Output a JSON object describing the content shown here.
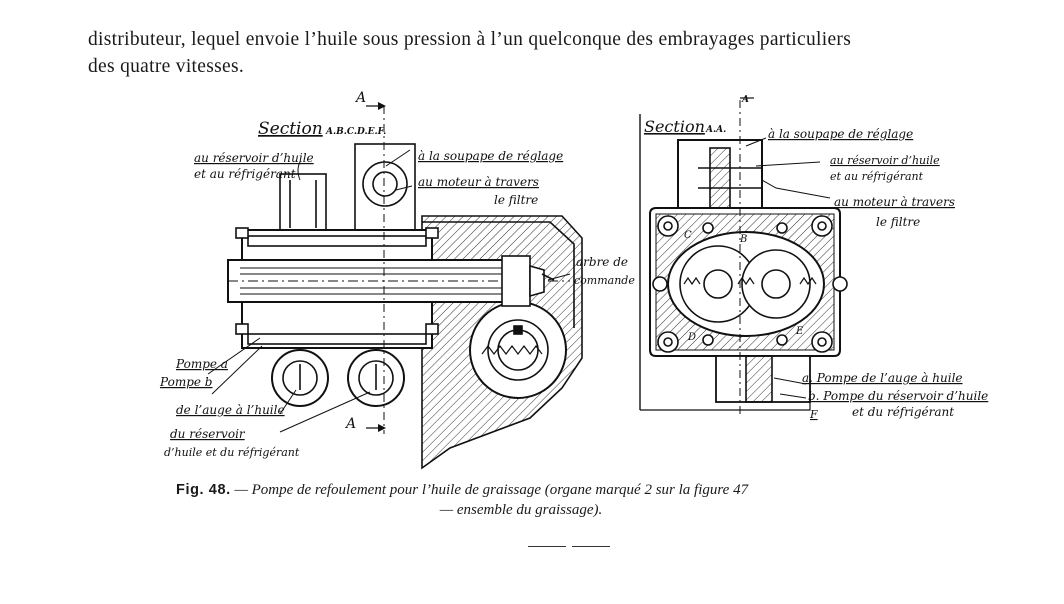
{
  "body_text": {
    "line1": "distributeur, lequel envoie l’huile sous pression à l’un quelconque des embrayages particuliers",
    "line2": "des quatre vitesses."
  },
  "figure": {
    "left_view": {
      "section_title": "Section",
      "section_code": "A.B.C.D.E.F.",
      "cut_marker_top": "A",
      "cut_marker_bottom": "A",
      "label_reservoir_1": "au réservoir d’huile",
      "label_reservoir_2": "et au réfrigérant",
      "label_soupape": "à la soupape de réglage",
      "label_moteur_1": "au moteur à travers",
      "label_moteur_2": "le filtre",
      "label_arbre_1": "arbre de",
      "label_arbre_2": "commande",
      "label_pompe_a": "Pompe a",
      "label_pompe_b": "Pompe b",
      "label_auge_1": "de l’auge à l’huile",
      "label_auge_2": "du réservoir",
      "label_auge_3": "d’huile et du réfrigérant"
    },
    "right_view": {
      "section_title": "Section",
      "section_code": "A.A.",
      "cut_marker": "A",
      "label_soupape": "à la soupape de réglage",
      "label_reservoir_1": "au réservoir d’huile",
      "label_reservoir_2": "et au réfrigérant",
      "label_moteur_1": "au moteur à travers",
      "label_moteur_2": "le filtre",
      "letter_c": "C",
      "letter_b": "B",
      "letter_d": "D",
      "letter_e": "E",
      "letter_f": "F",
      "legend_a": "a. Pompe de l’auge à huile",
      "legend_b1": "b. Pompe du réservoir d’huile",
      "legend_b2": "et du réfrigérant",
      "legend_f": "F"
    }
  },
  "caption": {
    "label": "Fig. 48.",
    "dash": "—",
    "line1": "Pompe de refoulement pour l’huile de graissage (organe marqué 2 sur la figure 47",
    "line2": "— ensemble du graissage)."
  }
}
